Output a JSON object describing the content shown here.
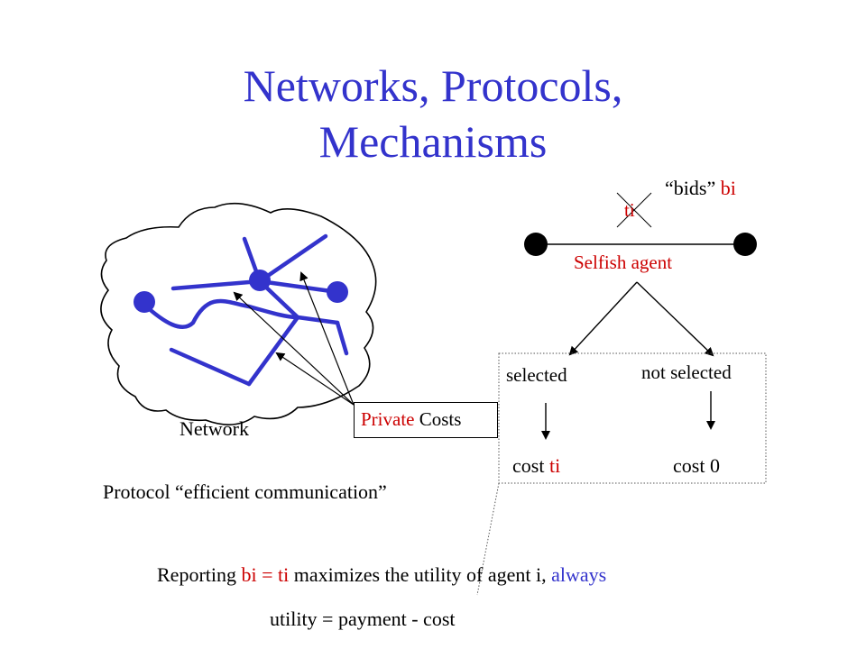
{
  "title": {
    "line1": "Networks, Protocols,",
    "line2": "Mechanisms"
  },
  "network_panel": {
    "network_label": "Network",
    "private_costs": {
      "private": "Private",
      "costs": " Costs"
    },
    "protocol_text": "Protocol “efficient communication”"
  },
  "agent_panel": {
    "ti_crossed": "ti",
    "bids_prefix": "“bids” ",
    "bids_var": "bi",
    "selfish_agent": "Selfish agent",
    "selected": "selected",
    "not_selected": "not selected",
    "cost_ti_prefix": "cost ",
    "cost_ti_var": "ti",
    "cost_zero": "cost 0"
  },
  "reporting": {
    "prefix": "Reporting ",
    "equation": "bi = ti",
    "middle": " maximizes the utility of agent i, ",
    "always": "always"
  },
  "utility": "utility = payment - cost",
  "colors": {
    "title": "#3333cc",
    "accent_red": "#cc0000",
    "network_blue": "#3333cc",
    "ink": "#000000"
  }
}
